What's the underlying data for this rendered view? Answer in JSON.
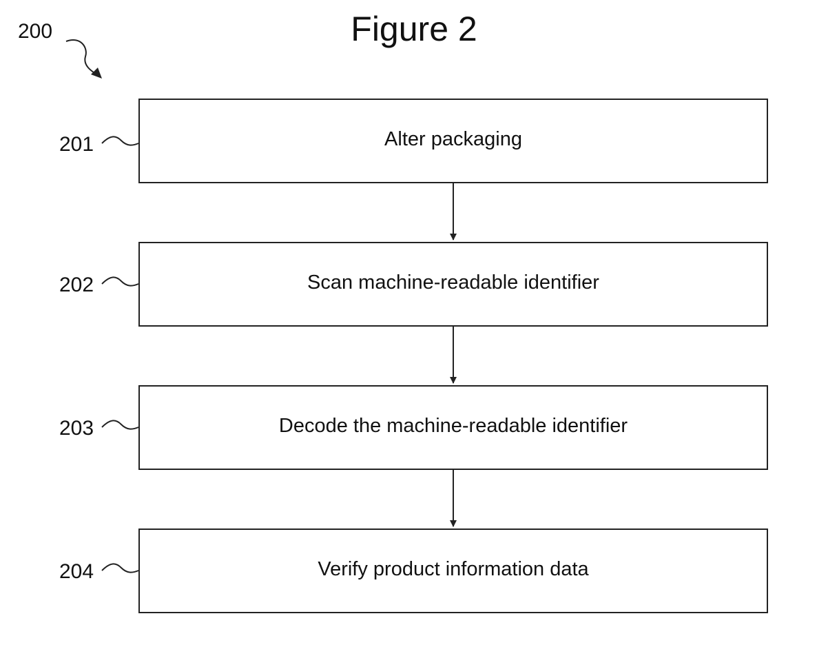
{
  "figure": {
    "title": "Figure 2",
    "ref": "200"
  },
  "steps": [
    {
      "ref": "201",
      "text": "Alter packaging"
    },
    {
      "ref": "202",
      "text": "Scan machine-readable identifier"
    },
    {
      "ref": "203",
      "text": "Decode the machine-readable identifier"
    },
    {
      "ref": "204",
      "text": "Verify product information data"
    }
  ]
}
